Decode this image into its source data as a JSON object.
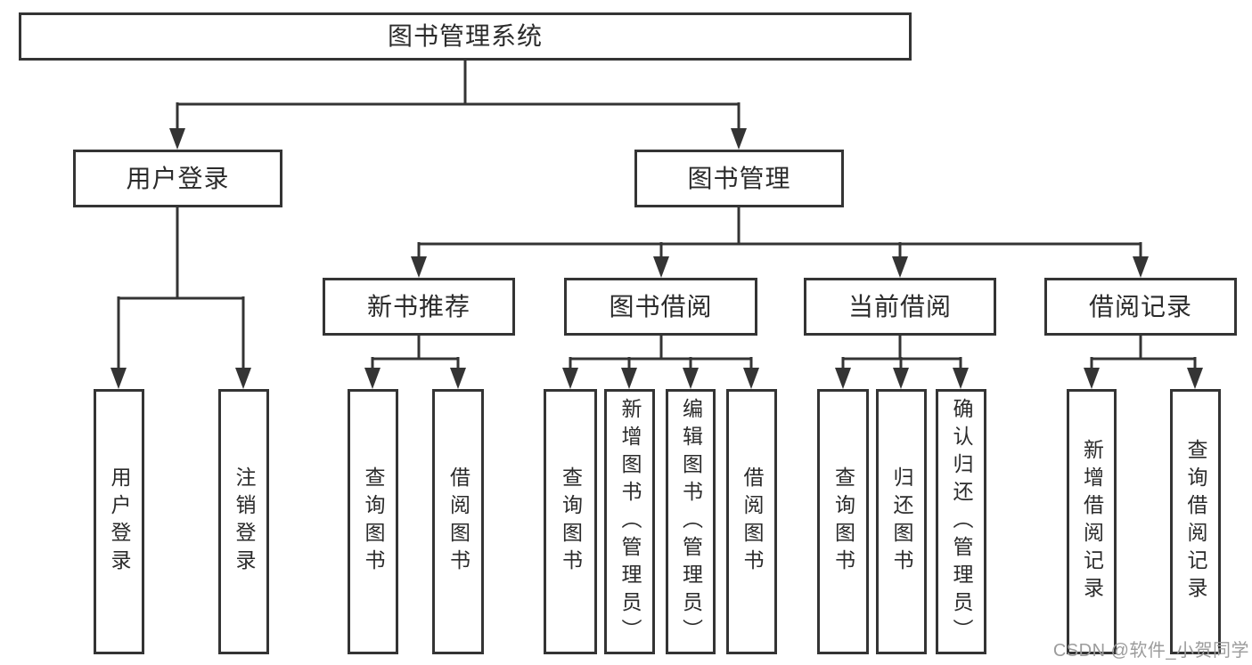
{
  "diagram": {
    "type": "tree",
    "root": {
      "label": "图书管理系统",
      "children": [
        {
          "label": "用户登录",
          "children": [
            {
              "label": "用户登录"
            },
            {
              "label": "注销登录"
            }
          ]
        },
        {
          "label": "图书管理",
          "children": [
            {
              "label": "新书推荐",
              "children": [
                {
                  "label": "查询图书"
                },
                {
                  "label": "借阅图书"
                }
              ]
            },
            {
              "label": "图书借阅",
              "children": [
                {
                  "label": "查询图书"
                },
                {
                  "label": "新增图书（管理员）"
                },
                {
                  "label": "编辑图书（管理员）"
                },
                {
                  "label": "借阅图书"
                }
              ]
            },
            {
              "label": "当前借阅",
              "children": [
                {
                  "label": "查询图书"
                },
                {
                  "label": "归还图书"
                },
                {
                  "label": "确认归还（管理员）"
                }
              ]
            },
            {
              "label": "借阅记录",
              "children": [
                {
                  "label": "新增借阅记录"
                },
                {
                  "label": "查询借阅记录"
                }
              ]
            }
          ]
        }
      ]
    }
  },
  "watermark": {
    "text": "CSDN @软件_小贺同学"
  },
  "colors": {
    "line": "#343434",
    "box_border": "#343434",
    "text": "#2b2b2b",
    "watermark": "#9c9c9c",
    "background": "#ffffff"
  }
}
